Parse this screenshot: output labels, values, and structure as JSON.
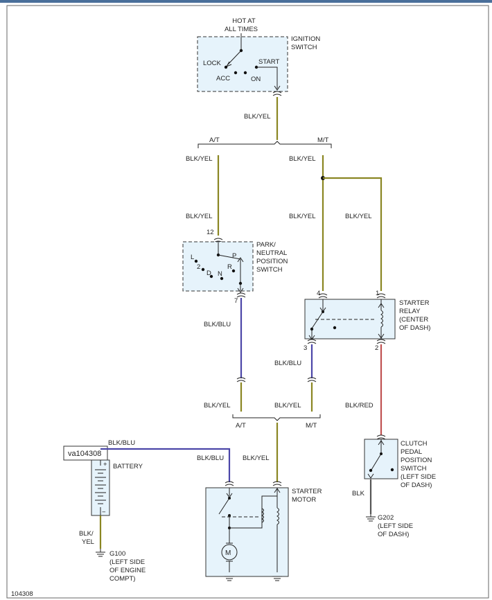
{
  "diagram": {
    "id_code": "104308",
    "image_tag": "va104308",
    "hot_at_all_times": [
      "HOT AT",
      "ALL TIMES"
    ],
    "ignition_switch": {
      "label": [
        "IGNITION",
        "SWITCH"
      ],
      "positions": {
        "lock": "LOCK",
        "acc": "ACC",
        "on": "ON",
        "start": "START"
      }
    },
    "branch_top": {
      "at": "A/T",
      "mt": "M/T"
    },
    "branch_bottom": {
      "at": "A/T",
      "mt": "M/T"
    },
    "wires": {
      "blk_yel": "BLK/YEL",
      "blk_blu": "BLK/BLU",
      "blk_red": "BLK/RED",
      "blk": "BLK",
      "blk_yel_split": [
        "BLK/",
        "YEL"
      ]
    },
    "park_neutral_switch": {
      "label": [
        "PARK/",
        "NEUTRAL",
        "POSITION",
        "SWITCH"
      ],
      "pin_in": "12",
      "pin_out": "7",
      "gears": {
        "L": "L",
        "2": "2",
        "D": "D",
        "N": "N",
        "R": "R",
        "P": "P"
      }
    },
    "starter_relay": {
      "label": [
        "STARTER",
        "RELAY",
        "(CENTER",
        "OF DASH)"
      ],
      "pins": {
        "p1": "1",
        "p2": "2",
        "p3": "3",
        "p4": "4"
      }
    },
    "clutch_switch": {
      "label": [
        "CLUTCH",
        "PEDAL",
        "POSITION",
        "SWITCH",
        "(LEFT SIDE",
        "OF DASH)"
      ]
    },
    "battery": {
      "label": "BATTERY",
      "plus": "+",
      "minus": "−"
    },
    "starter_motor": {
      "label": [
        "STARTER",
        "MOTOR"
      ]
    },
    "grounds": {
      "g100": [
        "G100",
        "(LEFT SIDE",
        "OF ENGINE",
        "COMPT)"
      ],
      "g202": [
        "G202",
        "(LEFT SIDE",
        "OF DASH)"
      ]
    }
  },
  "colors": {
    "blk_yel": "#8a8622",
    "blk_blu": "#4b46a8",
    "blk_red": "#c05252",
    "blk": "#555555",
    "component_fill": "#e6f3fb",
    "top_bar": "#4a6f9a"
  }
}
